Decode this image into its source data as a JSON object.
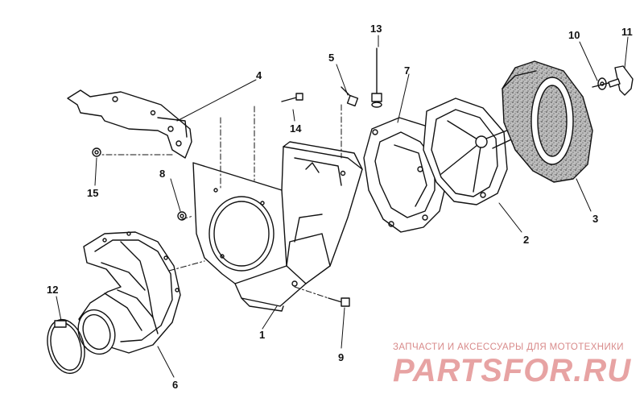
{
  "callouts": {
    "c1": "1",
    "c2": "2",
    "c3": "3",
    "c4": "4",
    "c5": "5",
    "c6": "6",
    "c7": "7",
    "c8": "8",
    "c9": "9",
    "c10": "10",
    "c11": "11",
    "c12": "12",
    "c13": "13",
    "c14": "14",
    "c15": "15"
  },
  "watermark": {
    "tagline": "ЗАПЧАСТИ И АКСЕССУАРЫ ДЛЯ МОТОТЕХНИКИ",
    "brand": "PARTSFOR.RU"
  },
  "colors": {
    "line": "#111111",
    "filter_texture": "#9a9a9a",
    "watermark": "#e7a3a3"
  }
}
